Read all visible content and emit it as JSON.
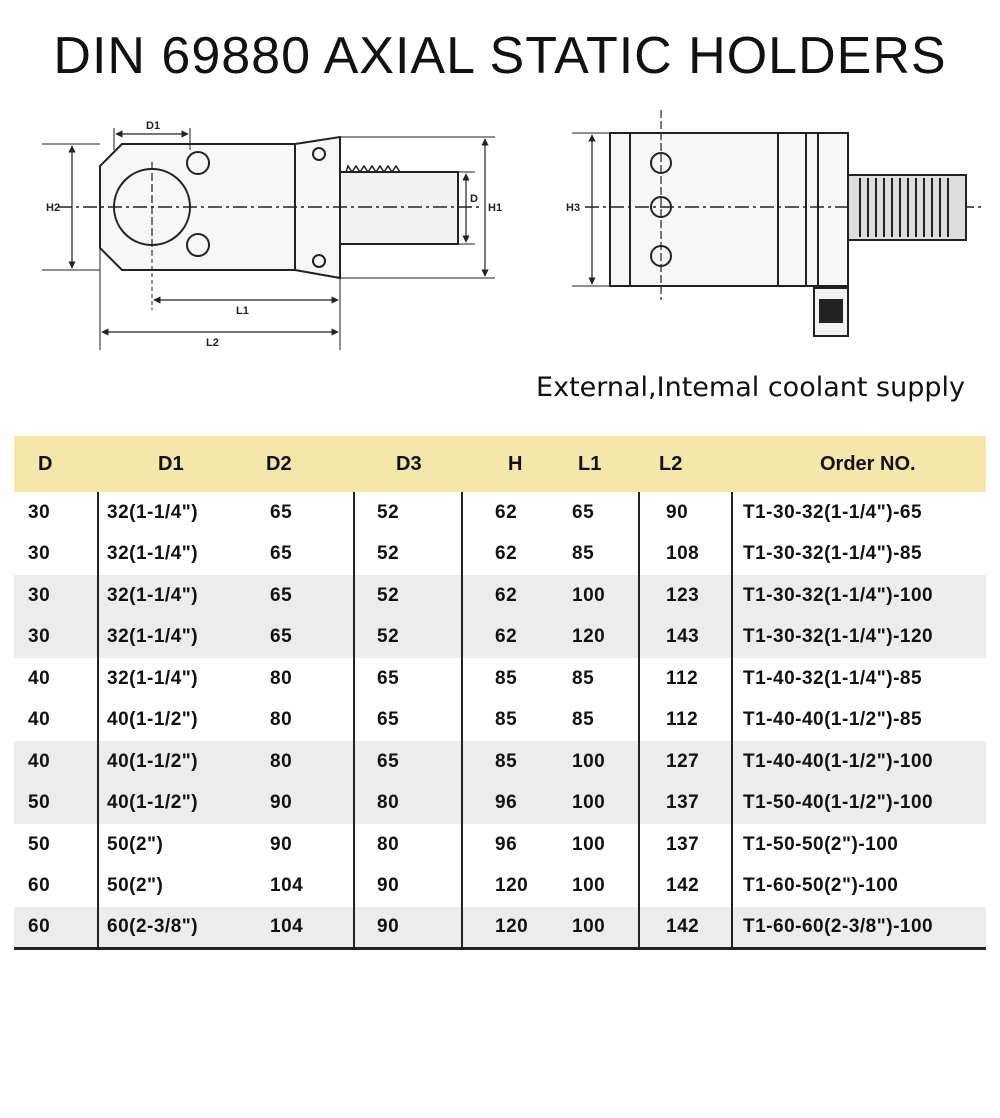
{
  "title": "DIN 69880 AXIAL STATIC HOLDERS",
  "drawing_labels": {
    "d1": "D1",
    "h2": "H2",
    "d": "D",
    "h1": "H1",
    "l1": "L1",
    "l2": "L2",
    "h3": "H3"
  },
  "subtitle": "External,Intemal coolant supply",
  "table": {
    "headers": [
      "D",
      "D1",
      "D2",
      "D3",
      "H",
      "L1",
      "L2",
      "Order NO."
    ],
    "rows": [
      [
        "30",
        "32(1-1/4\")",
        "65",
        "52",
        "62",
        "65",
        "90",
        "T1-30-32(1-1/4\")-65"
      ],
      [
        "30",
        "32(1-1/4\")",
        "65",
        "52",
        "62",
        "85",
        "108",
        "T1-30-32(1-1/4\")-85"
      ],
      [
        "30",
        "32(1-1/4\")",
        "65",
        "52",
        "62",
        "100",
        "123",
        "T1-30-32(1-1/4\")-100"
      ],
      [
        "30",
        "32(1-1/4\")",
        "65",
        "52",
        "62",
        "120",
        "143",
        "T1-30-32(1-1/4\")-120"
      ],
      [
        "40",
        "32(1-1/4\")",
        "80",
        "65",
        "85",
        "85",
        "112",
        "T1-40-32(1-1/4\")-85"
      ],
      [
        "40",
        "40(1-1/2\")",
        "80",
        "65",
        "85",
        "85",
        "112",
        "T1-40-40(1-1/2\")-85"
      ],
      [
        "40",
        "40(1-1/2\")",
        "80",
        "65",
        "85",
        "100",
        "127",
        "T1-40-40(1-1/2\")-100"
      ],
      [
        "50",
        "40(1-1/2\")",
        "90",
        "80",
        "96",
        "100",
        "137",
        "T1-50-40(1-1/2\")-100"
      ],
      [
        "50",
        "50(2\")",
        "90",
        "80",
        "96",
        "100",
        "137",
        "T1-50-50(2\")-100"
      ],
      [
        "60",
        "50(2\")",
        "104",
        "90",
        "120",
        "100",
        "142",
        "T1-60-50(2\")-100"
      ],
      [
        "60",
        "60(2-3/8\")",
        "104",
        "90",
        "120",
        "100",
        "142",
        "T1-60-60(2-3/8\")-100"
      ]
    ]
  },
  "colors": {
    "header_bg": "#f5e7a9",
    "shade_bg": "#ececec",
    "line": "#222222"
  }
}
